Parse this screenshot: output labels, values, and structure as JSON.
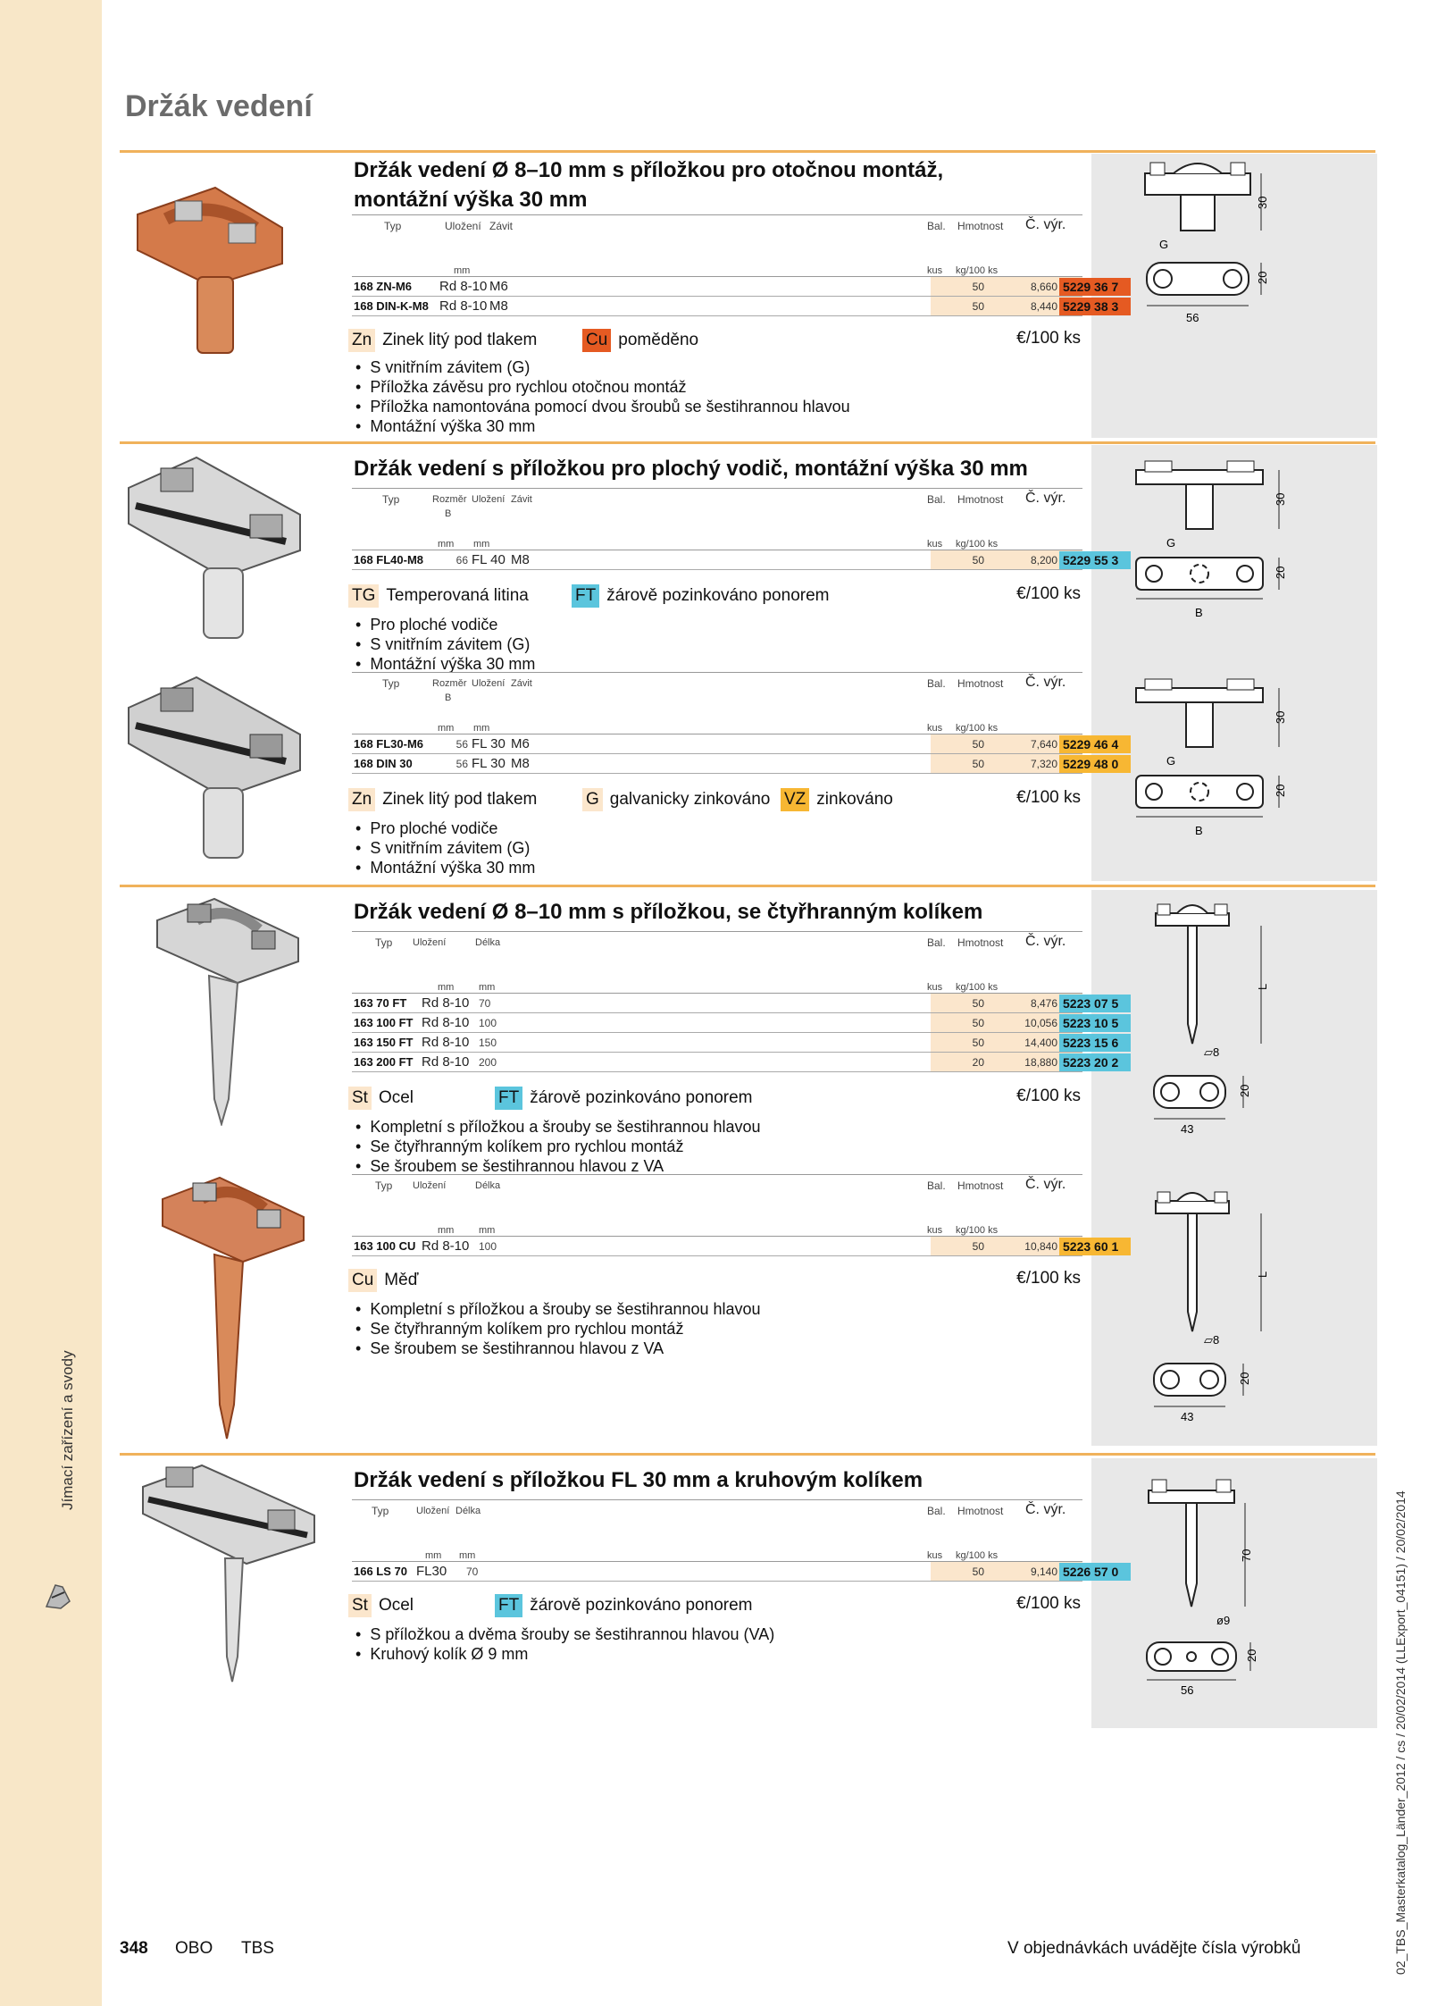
{
  "page": {
    "title": "Držák vedení",
    "side_title": "Jímací zařízení a svody",
    "page_number": "348",
    "brand1": "OBO",
    "brand2": "TBS",
    "footer_note": "V objednávkách uvádějte čísla výrobků",
    "vertical_meta": "02_TBS_Masterkatalog_Länder_2012 / cs / 20/02/2014 (LLExport_04151) / 20/02/2014"
  },
  "colors": {
    "accent": "#f0b25b",
    "orange": "#e55a22",
    "blue": "#5bc5dd",
    "yellow": "#f7b733",
    "sidebar": "#f8e7c8"
  },
  "s1": {
    "title1": "Držák vedení Ø 8–10 mm s příložkou pro otočnou montáž,",
    "title2": "montážní výška 30 mm",
    "h_typ": "Typ",
    "h_c1": "Uložení",
    "h_c2": "Závit",
    "h_bal": "Bal.",
    "h_kg": "Hmotnost",
    "h_art": "Č. výr.",
    "u_c1": "mm",
    "u_bal": "kus",
    "u_kg": "kg/100 ks",
    "rows": [
      {
        "typ": "168 ZN-M6",
        "c1": "Rd 8-10",
        "c2": "M6",
        "bal": "50",
        "kg": "8,660",
        "art": "5229 36 7"
      },
      {
        "typ": "168 DIN-K-M8",
        "c1": "Rd 8-10",
        "c2": "M8",
        "bal": "50",
        "kg": "8,440",
        "art": "5229 38 3"
      }
    ],
    "m1_code": "Zn",
    "m1_label": "Zinek litý pod tlakem",
    "m2_code": "Cu",
    "m2_label": "poměděno",
    "price": "€/100 ks",
    "bullets": [
      "S vnitřním závitem (G)",
      "Příložka závěsu pro rychlou otočnou montáž",
      "Příložka namontována pomocí dvou šroubů se šestihrannou hlavou",
      "Montážní výška 30 mm"
    ],
    "d_h": "30",
    "d_g": "G",
    "d_w": "56",
    "d_h2": "20"
  },
  "s2": {
    "title": "Držák vedení s příložkou pro plochý vodič, montážní výška 30 mm",
    "h_typ": "Typ",
    "h_b1": "Rozměr",
    "h_b2": "B",
    "h_c1": "Uložení",
    "h_c2": "Závit",
    "h_bal": "Bal.",
    "h_kg": "Hmotnost",
    "h_art": "Č. výr.",
    "u_b": "mm",
    "u_c1": "mm",
    "u_bal": "kus",
    "u_kg": "kg/100 ks",
    "rows_a": [
      {
        "typ": "168 FL40-M8",
        "b": "66",
        "c1": "FL 40",
        "c2": "M8",
        "bal": "50",
        "kg": "8,200",
        "art": "5229 55 3"
      }
    ],
    "ma1_code": "TG",
    "ma1_label": "Temperovaná litina",
    "ma2_code": "FT",
    "ma2_label": "žárově pozinkováno ponorem",
    "price": "€/100 ks",
    "bullets_a": [
      "Pro ploché vodiče",
      "S vnitřním závitem (G)",
      "Montážní výška 30 mm"
    ],
    "rows_b": [
      {
        "typ": "168 FL30-M6",
        "b": "56",
        "c1": "FL 30",
        "c2": "M6",
        "bal": "50",
        "kg": "7,640",
        "art": "5229 46 4"
      },
      {
        "typ": "168 DIN 30",
        "b": "56",
        "c1": "FL 30",
        "c2": "M8",
        "bal": "50",
        "kg": "7,320",
        "art": "5229 48 0"
      }
    ],
    "mb1_code": "Zn",
    "mb1_label": "Zinek litý pod tlakem",
    "mb2_code": "G",
    "mb2_label": "galvanicky zinkováno",
    "mb3_code": "VZ",
    "mb3_label": "zinkováno",
    "bullets_b": [
      "Pro ploché vodiče",
      "S vnitřním závitem (G)",
      "Montážní výška 30 mm"
    ],
    "d_h": "30",
    "d_g": "G",
    "d_b": "B",
    "d_h2": "20"
  },
  "s3": {
    "title": "Držák vedení Ø 8–10 mm s příložkou, se čtyřhranným kolíkem",
    "h_typ": "Typ",
    "h_c1": "Uložení",
    "h_c2": "Délka",
    "h_bal": "Bal.",
    "h_kg": "Hmotnost",
    "h_art": "Č. výr.",
    "u_c1": "mm",
    "u_c2": "mm",
    "u_bal": "kus",
    "u_kg": "kg/100 ks",
    "rows_a": [
      {
        "typ": "163 70 FT",
        "c1": "Rd 8-10",
        "c2": "70",
        "bal": "50",
        "kg": "8,476",
        "art": "5223 07 5"
      },
      {
        "typ": "163 100 FT",
        "c1": "Rd 8-10",
        "c2": "100",
        "bal": "50",
        "kg": "10,056",
        "art": "5223 10 5"
      },
      {
        "typ": "163 150 FT",
        "c1": "Rd 8-10",
        "c2": "150",
        "bal": "50",
        "kg": "14,400",
        "art": "5223 15 6"
      },
      {
        "typ": "163 200 FT",
        "c1": "Rd 8-10",
        "c2": "200",
        "bal": "20",
        "kg": "18,880",
        "art": "5223 20 2"
      }
    ],
    "ma1_code": "St",
    "ma1_label": "Ocel",
    "ma2_code": "FT",
    "ma2_label": "žárově pozinkováno ponorem",
    "price": "€/100 ks",
    "bullets_a": [
      "Kompletní s příložkou a šrouby se šestihrannou hlavou",
      "Se čtyřhranným kolíkem pro rychlou montáž",
      "Se šroubem se šestihrannou hlavou z VA"
    ],
    "rows_b": [
      {
        "typ": "163 100 CU",
        "c1": "Rd 8-10",
        "c2": "100",
        "bal": "50",
        "kg": "10,840",
        "art": "5223 60 1"
      }
    ],
    "mb1_code": "Cu",
    "mb1_label": "Měď",
    "bullets_b": [
      "Kompletní s příložkou a šrouby se šestihrannou hlavou",
      "Se čtyřhranným kolíkem pro rychlou montáž",
      "Se šroubem se šestihrannou hlavou z VA"
    ],
    "d_l": "L",
    "d_d": "▱8",
    "d_w": "43",
    "d_h2": "20"
  },
  "s4": {
    "title": "Držák vedení s příložkou FL 30 mm a kruhovým kolíkem",
    "h_typ": "Typ",
    "h_c1": "Uložení",
    "h_c2": "Délka",
    "h_bal": "Bal.",
    "h_kg": "Hmotnost",
    "h_art": "Č. výr.",
    "u_c1": "mm",
    "u_c2": "mm",
    "u_bal": "kus",
    "u_kg": "kg/100 ks",
    "rows": [
      {
        "typ": "166 LS 70",
        "c1": "FL30",
        "c2": "70",
        "bal": "50",
        "kg": "9,140",
        "art": "5226 57 0"
      }
    ],
    "m1_code": "St",
    "m1_label": "Ocel",
    "m2_code": "FT",
    "m2_label": "žárově pozinkováno ponorem",
    "price": "€/100 ks",
    "bullets": [
      "S příložkou a dvěma šrouby se šestihrannou hlavou (VA)",
      "Kruhový kolík Ø 9 mm"
    ],
    "d_h": "70",
    "d_d": "ø9",
    "d_w": "56",
    "d_h2": "20"
  }
}
